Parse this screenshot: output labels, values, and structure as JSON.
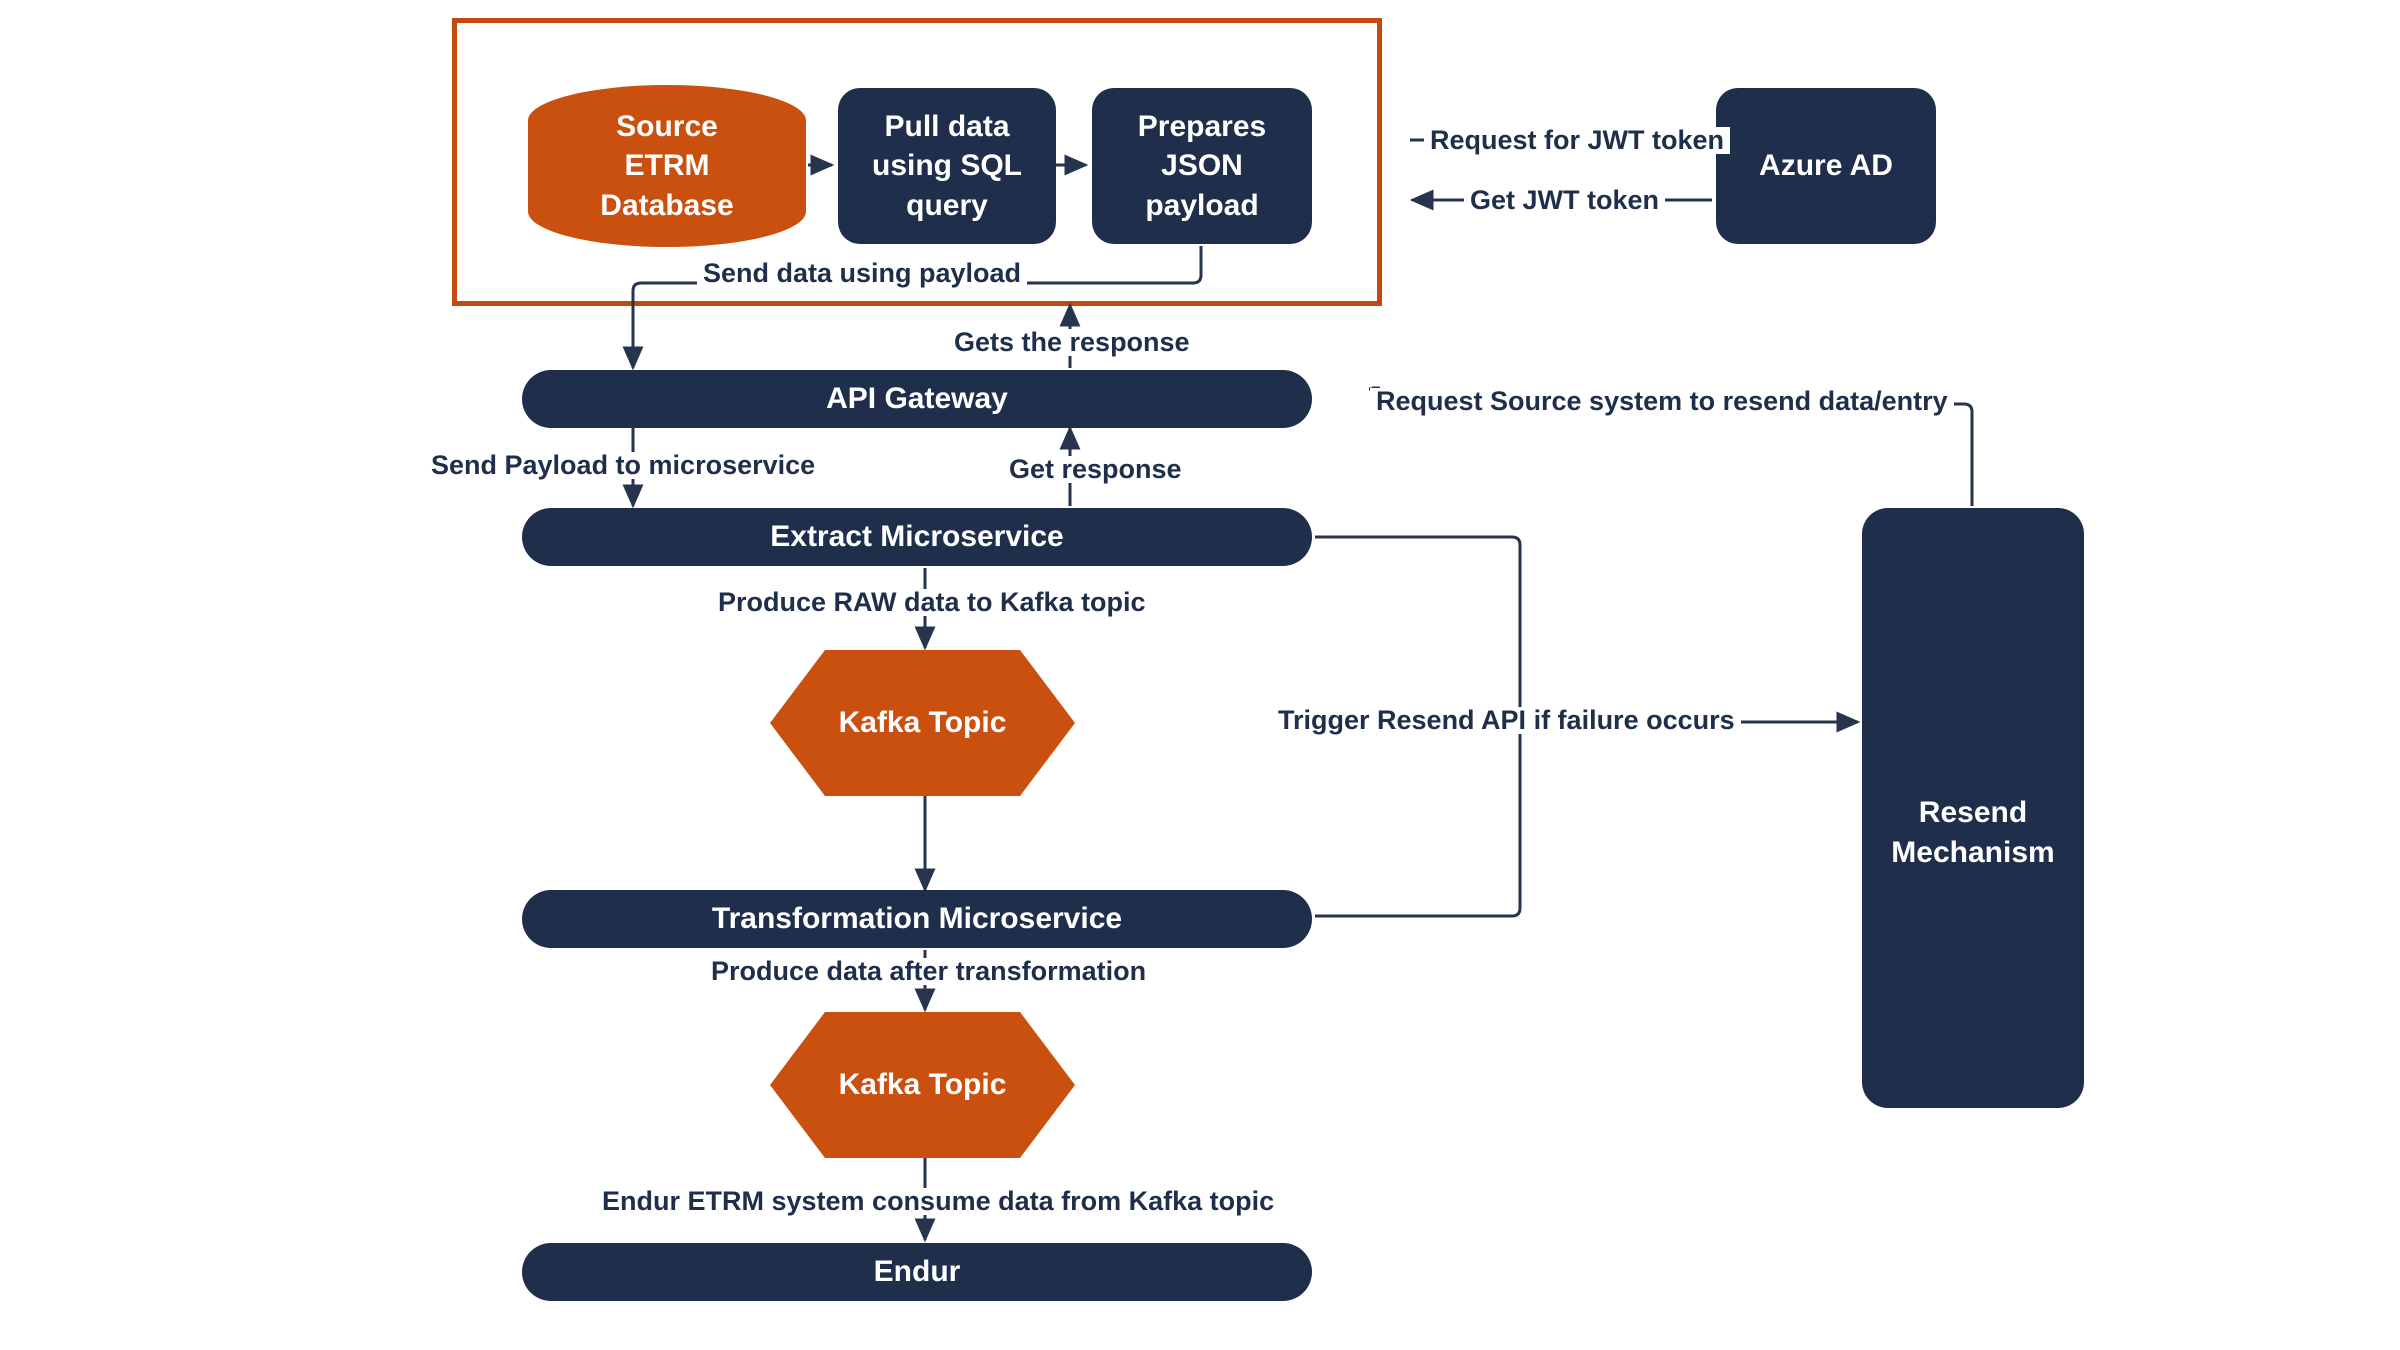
{
  "diagram": {
    "title": "ETRM Data Integration Architecture",
    "colors": {
      "navy": "#1f2f4b",
      "orange": "#c9500f",
      "group_border": "#c4490f",
      "edge": "#27344d",
      "label_text": "#1f2f4b",
      "background": "#ffffff"
    },
    "group": {
      "name": "source-system-boundary",
      "border_color": "#c4490f"
    },
    "nodes": [
      {
        "id": "source-db",
        "label": "Source\nETRM\nDatabase",
        "shape": "cylinder",
        "color": "#c9500f"
      },
      {
        "id": "pull-data",
        "label": "Pull data\nusing SQL\nquery",
        "shape": "rounded-box",
        "color": "#1f2f4b"
      },
      {
        "id": "prepares-json",
        "label": "Prepares\nJSON payload",
        "shape": "rounded-box",
        "color": "#1f2f4b"
      },
      {
        "id": "azure-ad",
        "label": "Azure AD",
        "shape": "rounded-box",
        "color": "#1f2f4b"
      },
      {
        "id": "api-gateway",
        "label": "API Gateway",
        "shape": "bar",
        "color": "#1f2f4b"
      },
      {
        "id": "extract-ms",
        "label": "Extract Microservice",
        "shape": "bar",
        "color": "#1f2f4b"
      },
      {
        "id": "kafka-topic-raw",
        "label": "Kafka Topic",
        "shape": "hexagon",
        "color": "#c9500f"
      },
      {
        "id": "transformation-ms",
        "label": "Transformation Microservice",
        "shape": "bar",
        "color": "#1f2f4b"
      },
      {
        "id": "kafka-topic-xform",
        "label": "Kafka Topic",
        "shape": "hexagon",
        "color": "#c9500f"
      },
      {
        "id": "endur",
        "label": "Endur",
        "shape": "bar",
        "color": "#1f2f4b"
      },
      {
        "id": "resend-mechanism",
        "label": "Resend\nMechanism",
        "shape": "tall-box",
        "color": "#1f2f4b"
      }
    ],
    "edge_labels": [
      {
        "id": "send-data-using-payload",
        "text": "Send data using payload"
      },
      {
        "id": "request-for-jwt-token",
        "text": "Request for JWT token"
      },
      {
        "id": "get-jwt-token",
        "text": "Get JWT token"
      },
      {
        "id": "gets-the-response",
        "text": "Gets the response"
      },
      {
        "id": "send-payload-to-microservice",
        "text": "Send Payload to microservice"
      },
      {
        "id": "get-response",
        "text": "Get response"
      },
      {
        "id": "request-source-resend",
        "text": "Request Source system to resend data/entry"
      },
      {
        "id": "produce-raw-data",
        "text": "Produce RAW data to Kafka topic"
      },
      {
        "id": "trigger-resend-api",
        "text": "Trigger Resend API if failure occurs"
      },
      {
        "id": "produce-after-transform",
        "text": "Produce data after transformation"
      },
      {
        "id": "endur-consume",
        "text": "Endur ETRM system consume data from Kafka topic"
      }
    ],
    "node_labels": {
      "source_db": "Source\nETRM\nDatabase",
      "source_db_l1": "Source",
      "source_db_l2": "ETRM",
      "source_db_l3": "Database",
      "pull_data_l1": "Pull data",
      "pull_data_l2": "using SQL",
      "pull_data_l3": "query",
      "prepares_l1": "Prepares",
      "prepares_l2": "JSON payload",
      "azure_ad": "Azure AD",
      "api_gateway": "API Gateway",
      "extract_ms": "Extract Microservice",
      "kafka_raw": "Kafka Topic",
      "transformation_ms": "Transformation Microservice",
      "kafka_xform": "Kafka Topic",
      "endur": "Endur",
      "resend_l1": "Resend",
      "resend_l2": "Mechanism"
    }
  }
}
